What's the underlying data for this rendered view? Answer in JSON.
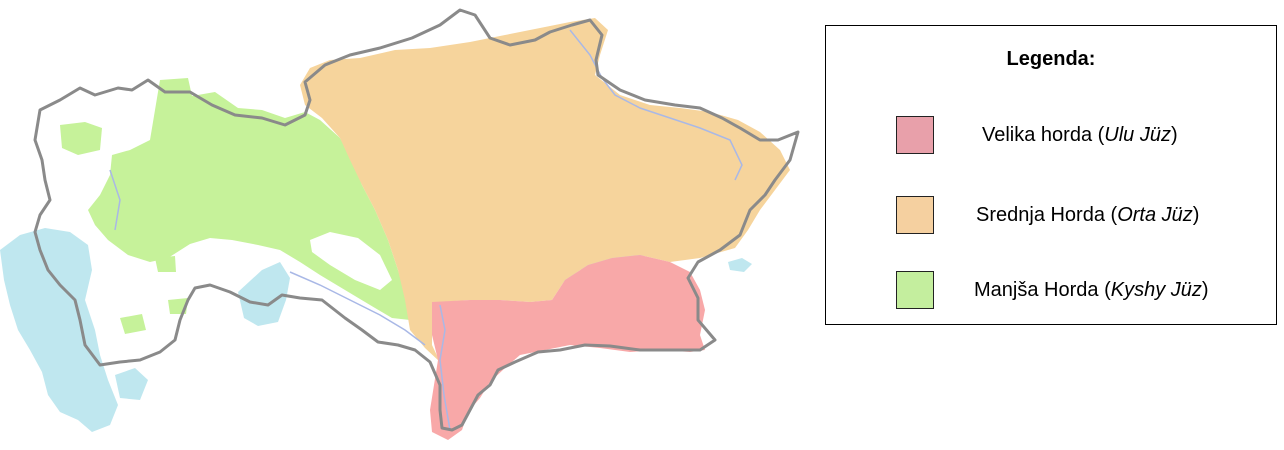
{
  "legend": {
    "title": "Legenda:",
    "items": [
      {
        "key": "velika",
        "label": "Velika horda",
        "native": "Ulu Jüz",
        "color": "#e8a0aa"
      },
      {
        "key": "srednja",
        "label": "Srednja Horda",
        "native": "Orta Jüz",
        "color": "#f5d0a0"
      },
      {
        "key": "manjsa",
        "label": "Manjša Horda",
        "native": "Kyshy Jüz",
        "color": "#c4ee9e"
      }
    ]
  },
  "map": {
    "colors": {
      "water": "#bfe7ef",
      "border": "#8a8a8a",
      "river": "#a9b8e6",
      "velika": "#f8a8a8",
      "srednja": "#f6d49c",
      "manjsa": "#c6f29a"
    }
  }
}
